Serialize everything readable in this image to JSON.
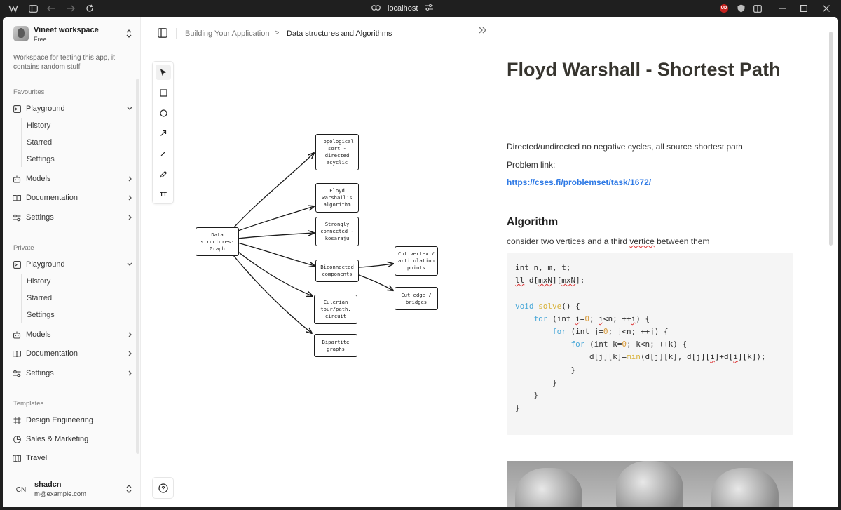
{
  "browser": {
    "url": "localhost",
    "extension_badge": "UD"
  },
  "sidebar": {
    "workspace": {
      "name": "Vineet workspace",
      "plan": "Free",
      "description": "Workspace for testing this app, it contains random stuff"
    },
    "favourites": {
      "label": "Favourites",
      "items": [
        {
          "label": "Playground",
          "icon": "playground-icon",
          "expanded": true,
          "children": [
            "History",
            "Starred",
            "Settings"
          ]
        },
        {
          "label": "Models",
          "icon": "bot-icon"
        },
        {
          "label": "Documentation",
          "icon": "book-icon"
        },
        {
          "label": "Settings",
          "icon": "sliders-icon"
        }
      ]
    },
    "private": {
      "label": "Private",
      "items": [
        {
          "label": "Playground",
          "icon": "playground-icon",
          "expanded": true,
          "children": [
            "History",
            "Starred",
            "Settings"
          ]
        },
        {
          "label": "Models",
          "icon": "bot-icon"
        },
        {
          "label": "Documentation",
          "icon": "book-icon"
        },
        {
          "label": "Settings",
          "icon": "sliders-icon"
        }
      ]
    },
    "templates": {
      "label": "Templates",
      "items": [
        {
          "label": "Design Engineering",
          "icon": "frame-icon"
        },
        {
          "label": "Sales & Marketing",
          "icon": "pie-chart-icon"
        },
        {
          "label": "Travel",
          "icon": "map-icon"
        }
      ]
    },
    "user": {
      "initials": "CN",
      "name": "shadcn",
      "email": "m@example.com"
    }
  },
  "canvas": {
    "breadcrumb": [
      "Building Your Application",
      "Data structures and Algorithms"
    ],
    "breadcrumb_separator": ">",
    "text_tool_label": "TT",
    "nodes": {
      "root": "Data structures: Graph",
      "topo": "Topological sort - directed acyclic",
      "floyd": "Floyd warshall's algorithm",
      "scc": "Strongly connected - kosaraju",
      "bicon": "Biconnected components",
      "euler": "Eulerian tour/path, circuit",
      "bip": "Bipartite graphs",
      "cutv": "Cut vertex / articulation points",
      "cute": "Cut edge / bridges"
    },
    "help_icon": "?"
  },
  "doc": {
    "title": "Floyd Warshall - Shortest Path",
    "intro": "Directed/undirected no negative cycles, all source shortest path",
    "problem_label": "Problem link:",
    "problem_url": "https://cses.fi/problemset/task/1672/",
    "algo_heading": "Algorithm",
    "algo_text_a": "consider two vertices and a third ",
    "algo_text_b": "vertice",
    "algo_text_c": " between them"
  }
}
